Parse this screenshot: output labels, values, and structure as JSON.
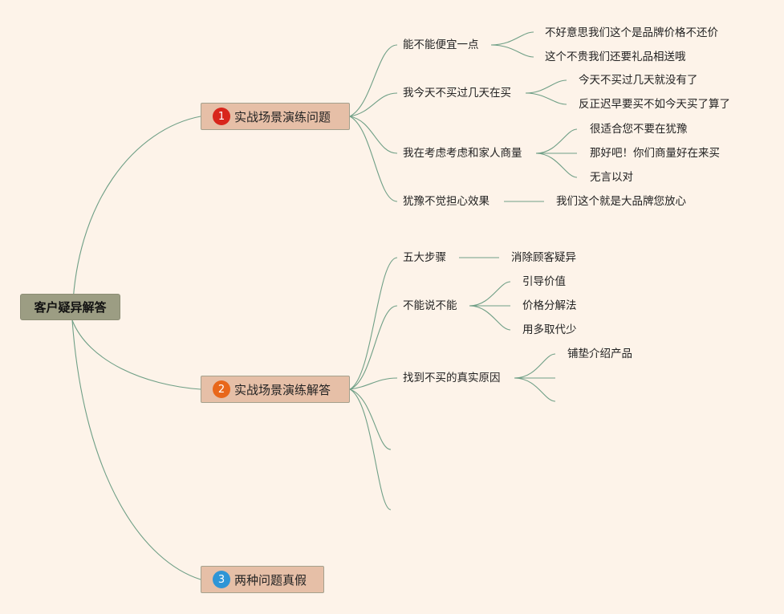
{
  "root": {
    "label": "客户疑异解答"
  },
  "branches": [
    {
      "number": "1",
      "label": "实战场景演练问题",
      "badge_color": "#d8261c",
      "children": [
        {
          "label": "能不能便宜一点",
          "children": [
            "不好意思我们这个是品牌价格不还价",
            "这个不贵我们还要礼品相送哦"
          ]
        },
        {
          "label": "我今天不买过几天在买",
          "children": [
            "今天不买过几天就没有了",
            "反正迟早要买不如今天买了算了"
          ]
        },
        {
          "label": "我在考虑考虑和家人商量",
          "children": [
            "很适合您不要在犹豫",
            "那好吧！你们商量好在来买",
            "无言以对"
          ]
        },
        {
          "label": "犹豫不觉担心效果",
          "children": [
            "我们这个就是大品牌您放心"
          ]
        }
      ]
    },
    {
      "number": "2",
      "label": "实战场景演练解答",
      "badge_color": "#e8671b",
      "children": [
        {
          "label": "五大步骤",
          "children": [
            "消除顾客疑异"
          ]
        },
        {
          "label": "不能说不能",
          "children": [
            "引导价值",
            "价格分解法",
            "用多取代少"
          ]
        },
        {
          "label": "找到不买的真实原因",
          "children": [
            "铺垫介绍产品",
            "",
            ""
          ]
        },
        {
          "label": "",
          "children": []
        },
        {
          "label": "",
          "children": []
        }
      ]
    },
    {
      "number": "3",
      "label": "两种问题真假",
      "badge_color": "#2f95d6",
      "children": []
    }
  ]
}
